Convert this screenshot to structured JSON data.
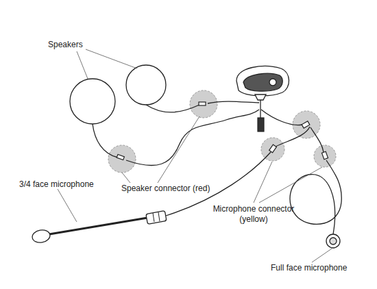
{
  "diagram": {
    "labels": [
      "Speakers",
      "Speaker connector (red)",
      "3/4 face microphone",
      "Microphone connector (yellow)",
      "Full face microphone"
    ]
  }
}
